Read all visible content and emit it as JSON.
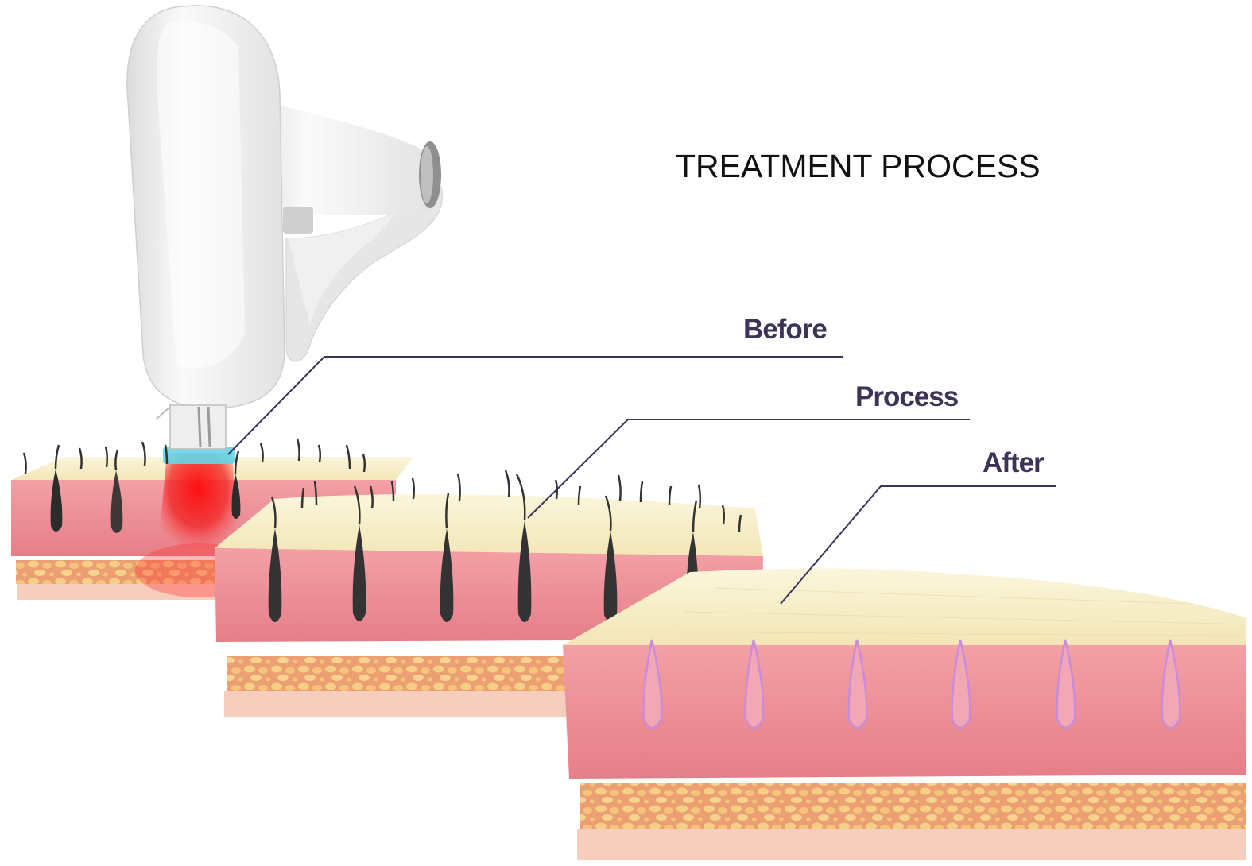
{
  "title": "TREATMENT PROCESS",
  "stages": {
    "before": "Before",
    "process": "Process",
    "after": "After"
  },
  "colors": {
    "epidermis": "#f8f1c8",
    "dermis": "#ec8a93",
    "fat": "#f2c07a",
    "base": "#f7cfc0",
    "laser_red": "#e8141c",
    "laser_cyan": "#63d6e8",
    "hair": "#2a2a2a",
    "leader_line": "#3d3358"
  },
  "icons": {
    "device": "laser-handpiece-icon"
  }
}
